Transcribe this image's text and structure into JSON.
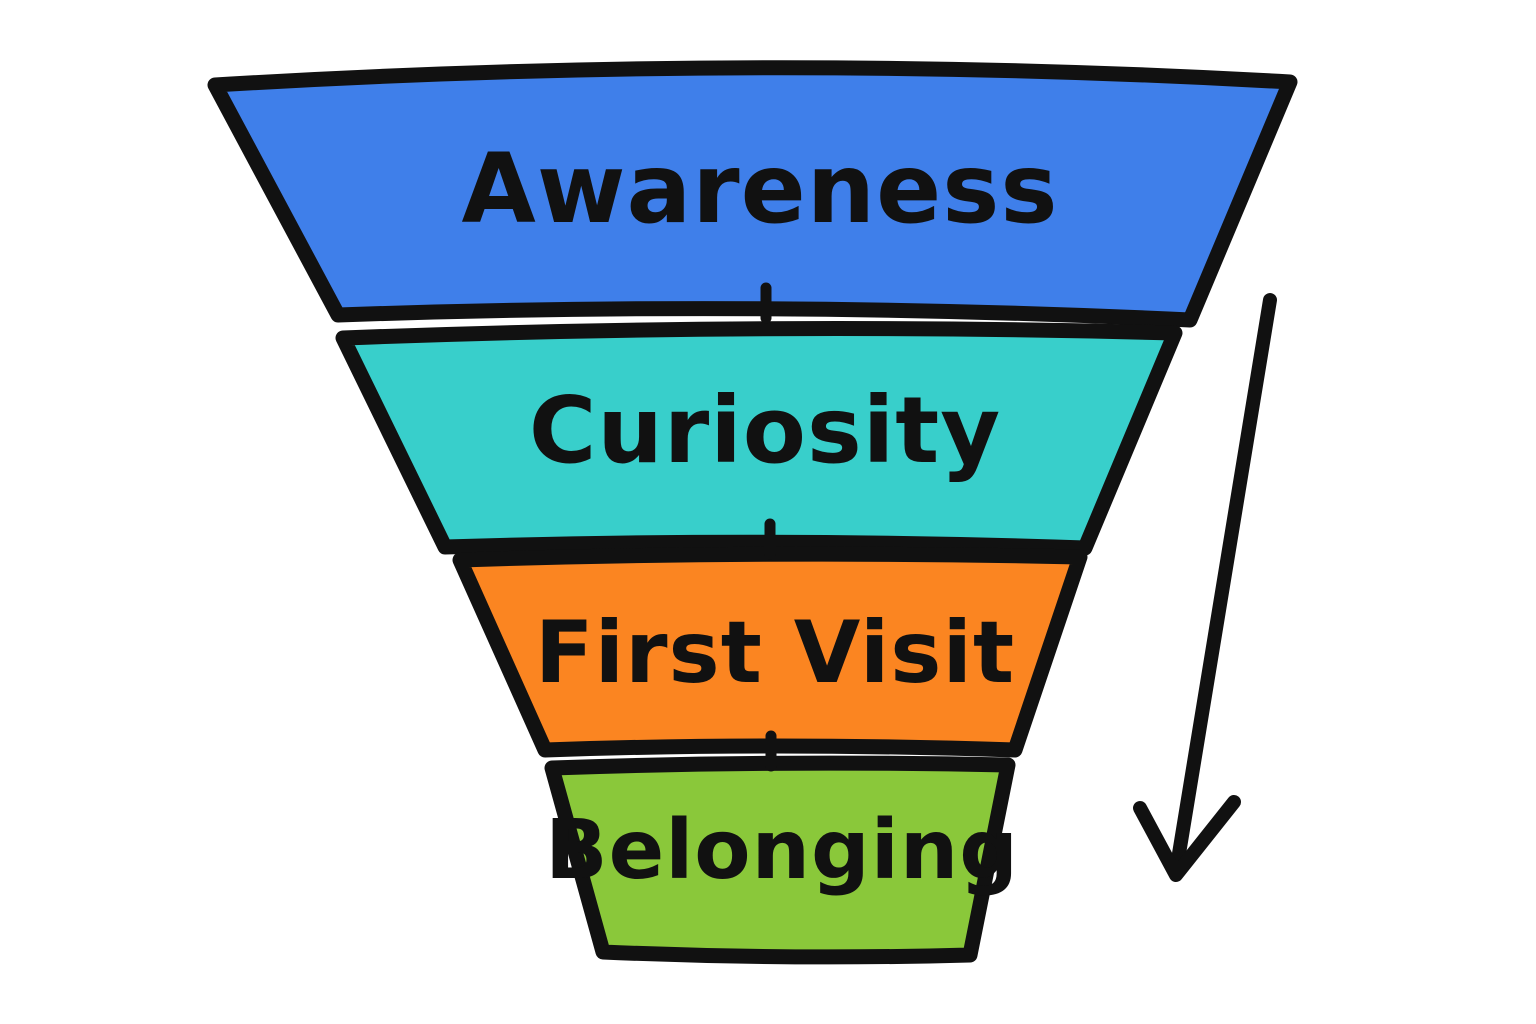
{
  "funnel": {
    "stages": [
      {
        "label": "Awareness",
        "color": "#3F7FEA"
      },
      {
        "label": "Curiosity",
        "color": "#38CFCB"
      },
      {
        "label": "First Visit",
        "color": "#FB8521"
      },
      {
        "label": "Belonging",
        "color": "#8AC83A"
      }
    ],
    "outline_color": "#111111",
    "arrow_direction": "down"
  }
}
